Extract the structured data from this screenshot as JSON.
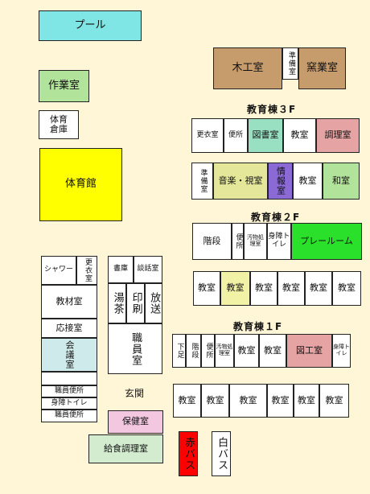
{
  "rooms": {
    "pool": "プール",
    "sakugyo": "作業室",
    "taiiku_souko": "体育\n倉庫",
    "taiikukan": "体育館",
    "mokko": "木工室",
    "junbi_top": "準備室",
    "yogyo": "窯業室"
  },
  "b3": {
    "heading": "教育棟３F",
    "koui": "更衣室",
    "benjo": "便所",
    "tosho": "図書室",
    "kyoshitsu": "教室",
    "chouri": "調理室",
    "junbi": "準備室",
    "ongaku": "音楽・視室",
    "joho": "情報室",
    "kyoshitsu2": "教室",
    "washitsu": "和室"
  },
  "b2": {
    "heading": "教育棟２F",
    "kaidan": "階段",
    "benjo": "便所",
    "obutsu": "汚物処理室",
    "shogai": "身障トイレ",
    "playroom": "プレールーム",
    "classes": [
      "教室",
      "教室",
      "教室",
      "教室",
      "教室",
      "教室"
    ]
  },
  "b1": {
    "heading": "教育棟１F",
    "gesoku": "下足",
    "kaidan": "階段",
    "benjo": "便所",
    "obutsu": "汚物処理室",
    "kyoshitsu1": "教室",
    "kyoshitsu2": "教室",
    "zukou": "図工室",
    "shogai": "身障トイレ",
    "classes": [
      "教室",
      "教室",
      "教室",
      "教室",
      "教室",
      "教室"
    ]
  },
  "admin": {
    "shower": "シャワー",
    "koui": "更衣室",
    "kyozai": "教材室",
    "osetsu": "応接室",
    "kaigi": "会議室",
    "shokuin_benjo1": "職員便所",
    "shogai": "身障トイレ",
    "shokuin_benjo2": "職員便所",
    "shoko": "書庫",
    "danwa": "談話室",
    "yucha": "湯茶",
    "insatsu": "印刷",
    "housou": "放送",
    "shokuin": "職員室",
    "genkan": "玄関",
    "hoken": "保健室",
    "kyushoku": "給食調理室"
  },
  "bus": {
    "red": "赤バス",
    "white": "白バス"
  },
  "colors": {
    "background": "#fff5d7",
    "pool": "#7fe5e5",
    "green": "#b2e39a",
    "yellow": "#ffff00",
    "brown": "#c69c6d",
    "teal": "#99e0c2",
    "pink": "#e5a3a3",
    "khaki": "#e4e79a",
    "purple": "#8b6ad6",
    "lime": "#2be02b",
    "light_yellow": "#f2f2a6",
    "light_blue": "#cfeaea",
    "hoken_pink": "#f3c7e0",
    "kyushoku_green": "#d3ecd0",
    "red": "#ff0000",
    "white": "#ffffff"
  }
}
